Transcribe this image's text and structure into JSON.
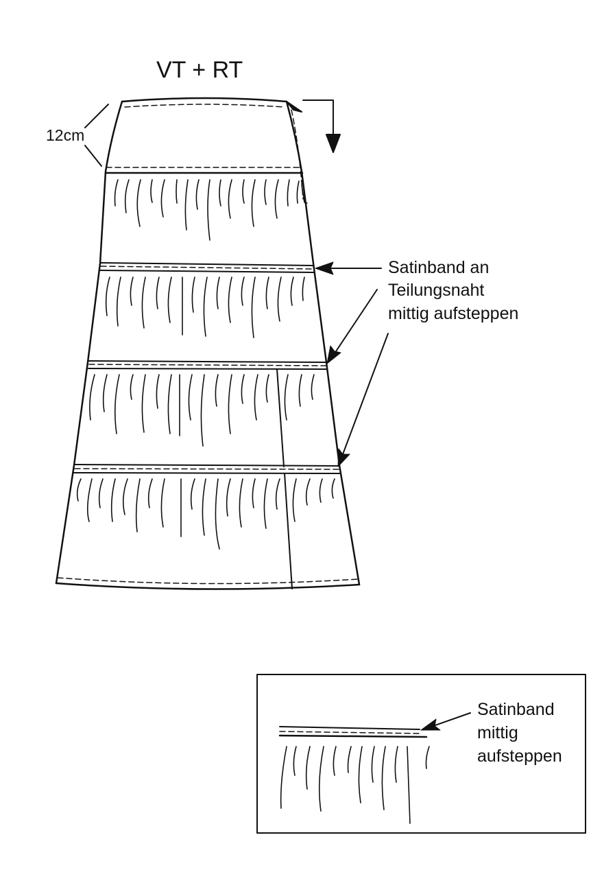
{
  "view_label": "VT + RT",
  "dimension_label": "12cm",
  "main_callout": {
    "lines": [
      "Satinband an",
      "Teilungsnaht",
      "mittig aufsteppen"
    ]
  },
  "detail_callout": {
    "lines": [
      "Satinband",
      "mittig",
      "aufsteppen"
    ]
  },
  "colors": {
    "ink": "#111111",
    "paper": "#ffffff"
  }
}
